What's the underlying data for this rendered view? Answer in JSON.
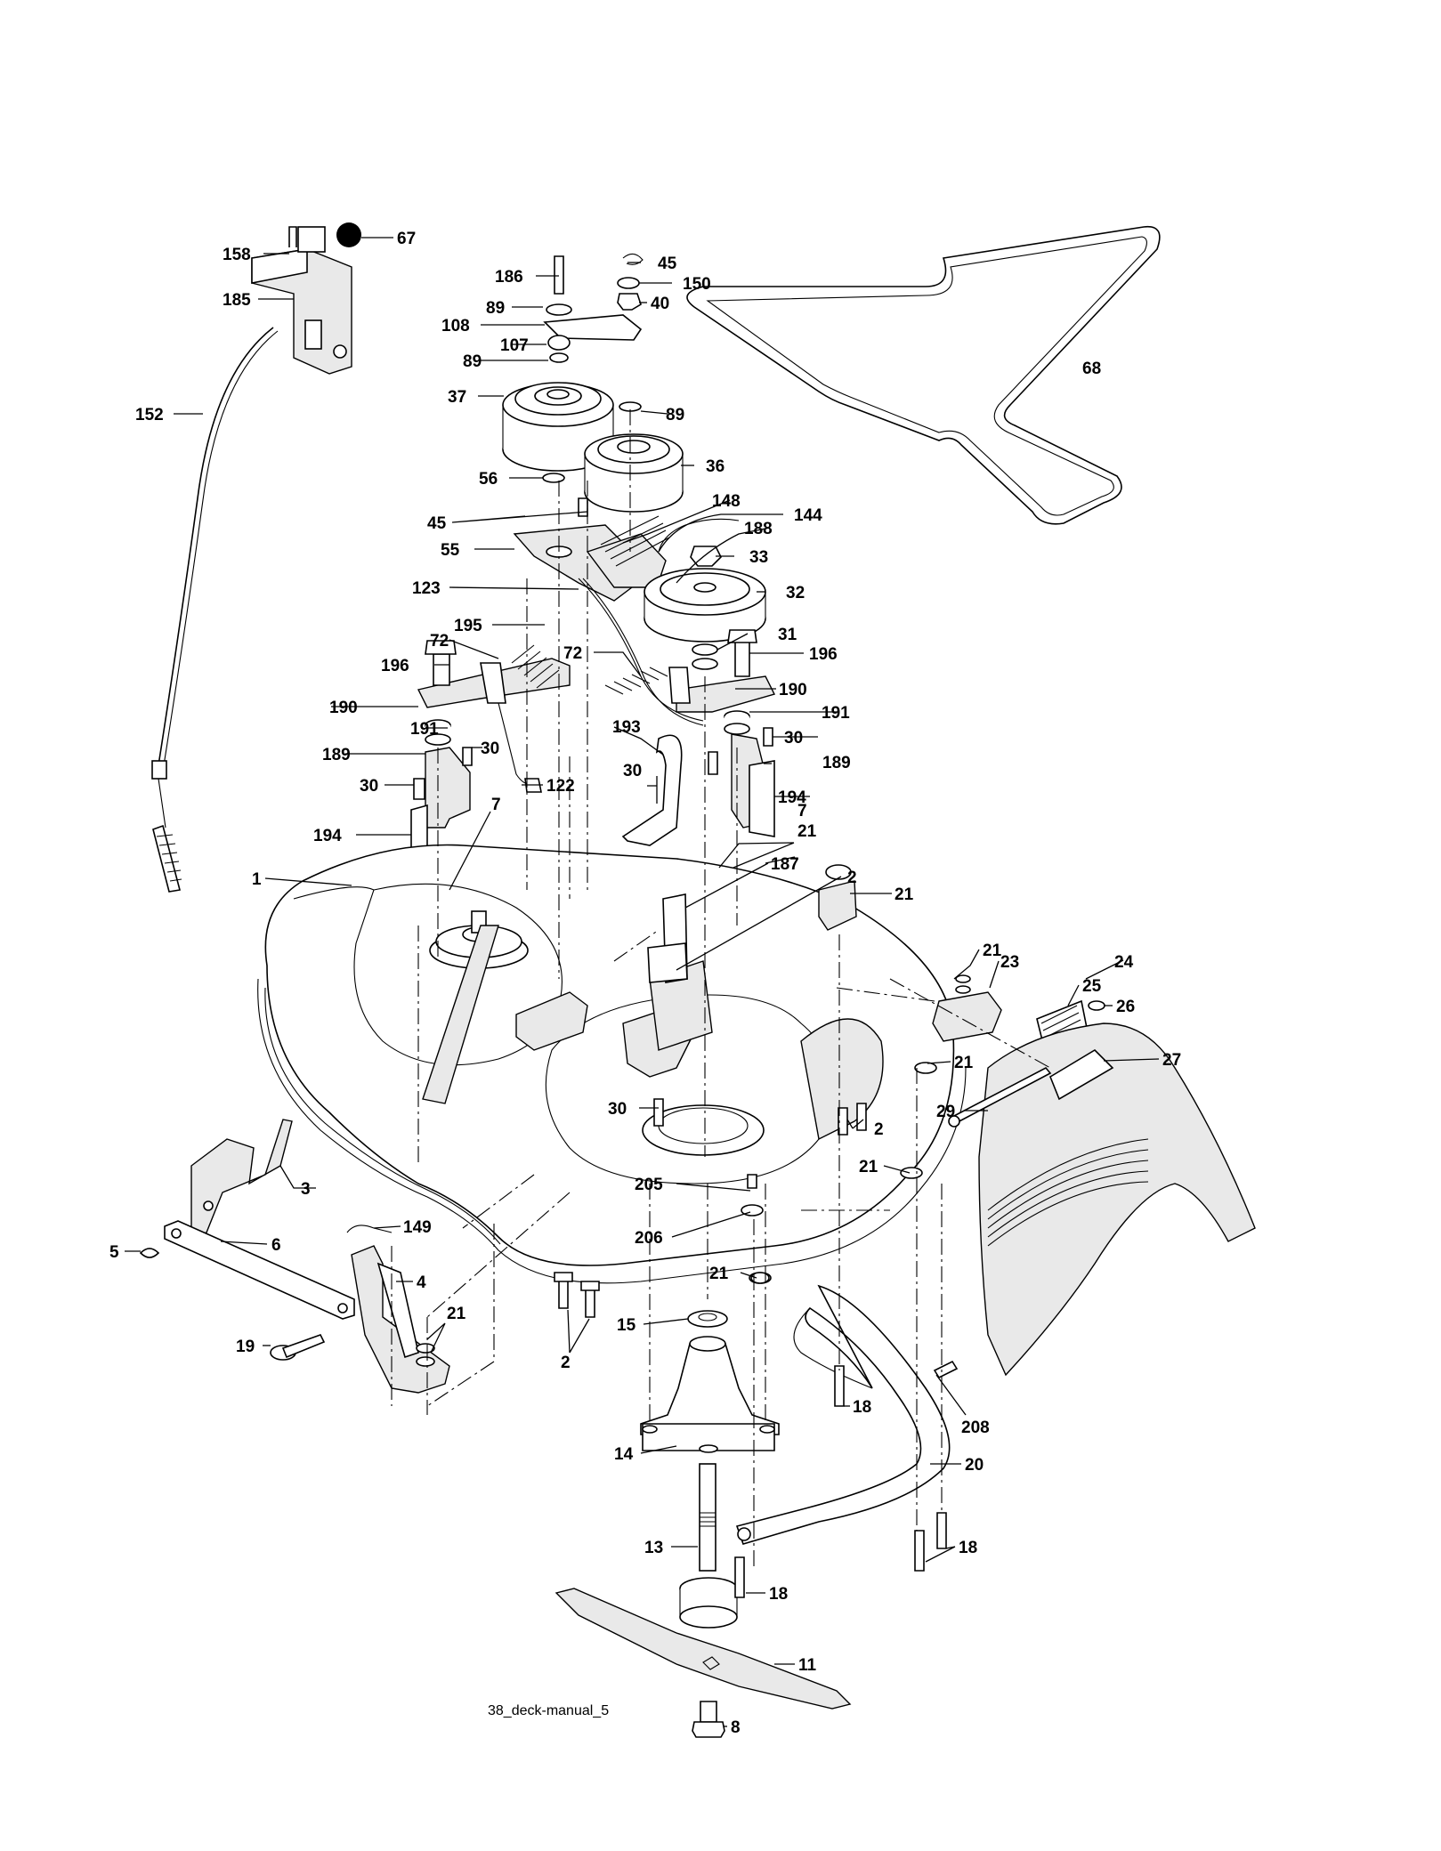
{
  "caption": "38_deck-manual_5",
  "labels": {
    "p1": "1",
    "p2a": "2",
    "p2b": "2",
    "p2c": "2",
    "p3": "3",
    "p4": "4",
    "p5": "5",
    "p6": "6",
    "p7a": "7",
    "p7b": "7",
    "p8": "8",
    "p11": "11",
    "p13": "13",
    "p14": "14",
    "p15": "15",
    "p18a": "18",
    "p18b": "18",
    "p18c": "18",
    "p19": "19",
    "p20": "20",
    "p21a": "21",
    "p21b": "21",
    "p21c": "21",
    "p21d": "21",
    "p21e": "21",
    "p21f": "21",
    "p21g": "21",
    "p23": "23",
    "p24": "24",
    "p25": "25",
    "p26": "26",
    "p27": "27",
    "p29": "29",
    "p30a": "30",
    "p30b": "30",
    "p30c": "30",
    "p30d": "30",
    "p30e": "30",
    "p31": "31",
    "p32": "32",
    "p33": "33",
    "p36": "36",
    "p37": "37",
    "p40": "40",
    "p45a": "45",
    "p45b": "45",
    "p55": "55",
    "p56": "56",
    "p67": "67",
    "p68": "68",
    "p72a": "72",
    "p72b": "72",
    "p89a": "89",
    "p89b": "89",
    "p89c": "89",
    "p107": "107",
    "p108": "108",
    "p122": "122",
    "p123": "123",
    "p144": "144",
    "p148": "148",
    "p149": "149",
    "p150": "150",
    "p152": "152",
    "p158": "158",
    "p185": "185",
    "p186": "186",
    "p187": "187",
    "p188": "188",
    "p189a": "189",
    "p189b": "189",
    "p190a": "190",
    "p190b": "190",
    "p191a": "191",
    "p191b": "191",
    "p193": "193",
    "p194a": "194",
    "p194b": "194",
    "p195": "195",
    "p196a": "196",
    "p196b": "196",
    "p205": "205",
    "p206": "206",
    "p208": "208"
  }
}
